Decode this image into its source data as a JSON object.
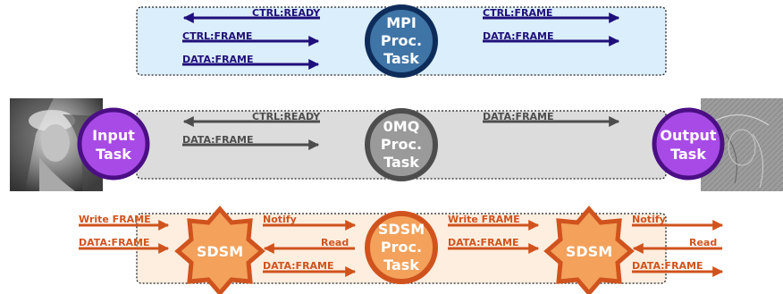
{
  "colors": {
    "mpi_line": "#1f0f7a",
    "mpi_band_fill": "#dbeefb",
    "mpi_circle": "#3f74a6",
    "mpi_ring": "#0e2c5a",
    "zmq_line": "#4d4d4d",
    "zmq_band_fill": "#dcdcdc",
    "zmq_circle": "#9a9a9a",
    "zmq_ring": "#4d4d4d",
    "sdsm_line": "#d0531e",
    "sdsm_band_fill": "#fdeedf",
    "sdsm_circle": "#f3a15b",
    "sdsm_ring": "#d0531e",
    "task_fill": "#a84be6",
    "task_ring": "#4b0f85"
  },
  "mpi": {
    "task": [
      "MPI",
      "Proc.",
      "Task"
    ],
    "left": {
      "ctrl_ready": "CTRL:READY",
      "ctrl_frame": "CTRL:FRAME",
      "data_frame": "DATA:FRAME"
    },
    "right": {
      "ctrl_frame": "CTRL:FRAME",
      "data_frame": "DATA:FRAME"
    }
  },
  "zmq": {
    "task": [
      "0MQ",
      "Proc.",
      "Task"
    ],
    "left": {
      "ctrl_ready": "CTRL:READY",
      "data_frame": "DATA:FRAME"
    },
    "right": {
      "data_frame": "DATA:FRAME"
    }
  },
  "input_task": [
    "Input",
    "Task"
  ],
  "output_task": [
    "Output",
    "Task"
  ],
  "images": {
    "input_icon": "grayscale-portrait-image-icon",
    "output_icon": "edge-filtered-portrait-image-icon"
  },
  "sdsm": {
    "task": [
      "SDSM",
      "Proc.",
      "Task"
    ],
    "left_star": "SDSM",
    "right_star": "SDSM",
    "left": {
      "write_frame": "Write FRAME",
      "data_frame": "DATA:FRAME"
    },
    "middle_left": {
      "notify": "Notify",
      "read": "Read",
      "data_frame": "DATA:FRAME"
    },
    "middle_right": {
      "write_frame": "Write FRAME",
      "data_frame": "DATA:FRAME"
    },
    "right": {
      "notify": "Notify",
      "read": "Read",
      "data_frame": "DATA:FRAME"
    }
  }
}
